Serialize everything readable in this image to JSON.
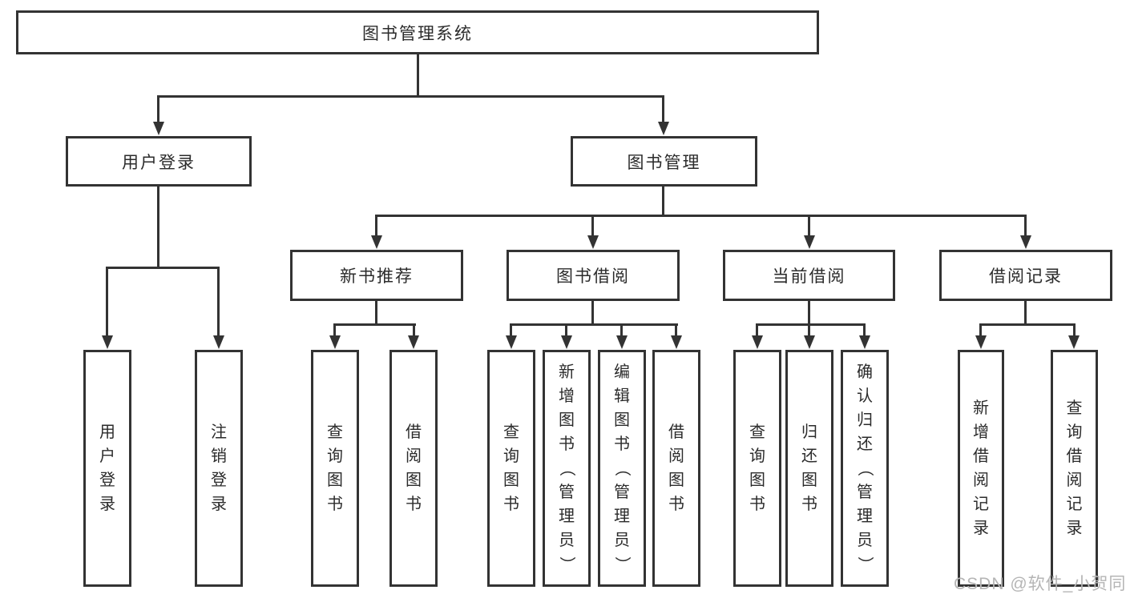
{
  "diagram": {
    "type": "hierarchy-tree",
    "title": "图书管理系统",
    "colors": {
      "line": "#333333",
      "box_border": "#333333",
      "text": "#2b2b2b",
      "background": "#ffffff",
      "watermark": "#b5b5b5"
    }
  },
  "tree": {
    "label": "图书管理系统",
    "children": [
      {
        "label": "用户登录",
        "children": [
          {
            "label": "用户登录"
          },
          {
            "label": "注销登录"
          }
        ]
      },
      {
        "label": "图书管理",
        "children": [
          {
            "label": "新书推荐",
            "children": [
              {
                "label": "查询图书"
              },
              {
                "label": "借阅图书"
              }
            ]
          },
          {
            "label": "图书借阅",
            "children": [
              {
                "label": "查询图书"
              },
              {
                "label": "新增图书（管理员）"
              },
              {
                "label": "编辑图书（管理员）"
              },
              {
                "label": "借阅图书"
              }
            ]
          },
          {
            "label": "当前借阅",
            "children": [
              {
                "label": "查询图书"
              },
              {
                "label": "归还图书"
              },
              {
                "label": "确认归还（管理员）"
              }
            ]
          },
          {
            "label": "借阅记录",
            "children": [
              {
                "label": "新增借阅记录"
              },
              {
                "label": "查询借阅记录"
              }
            ]
          }
        ]
      }
    ]
  },
  "watermark": {
    "text": "CSDN @软件_小贺同学"
  }
}
